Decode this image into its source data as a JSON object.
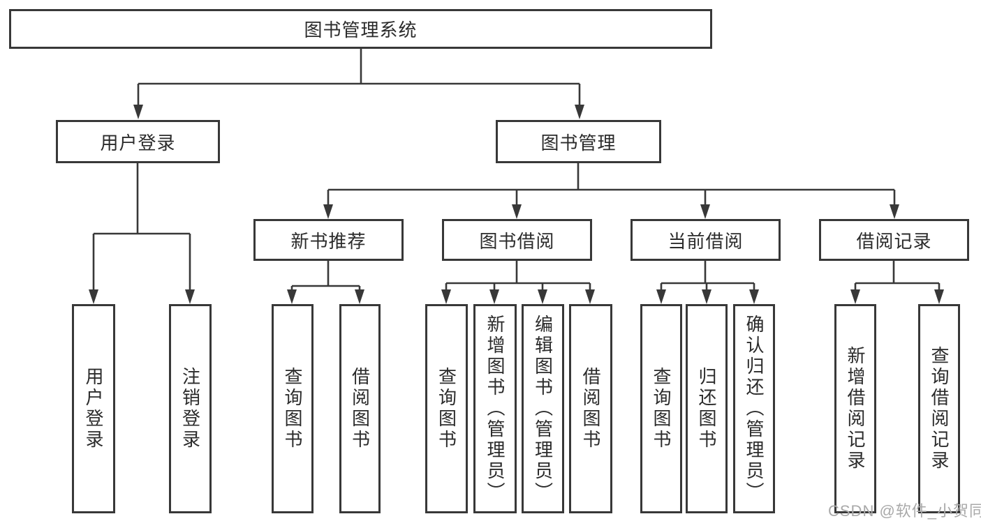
{
  "diagram_title": "图书管理系统",
  "colors": {
    "line": "#383838",
    "box_border": "#383838",
    "text": "#2b2b2b",
    "watermark": "#a9a9a9",
    "background": "#ffffff"
  },
  "nodes": {
    "root": "图书管理系统",
    "level2": [
      "用户登录",
      "图书管理"
    ],
    "level3": [
      "新书推荐",
      "图书借阅",
      "当前借阅",
      "借阅记录"
    ],
    "leaves_user": [
      "用户登录",
      "注销登录"
    ],
    "leaves_newbook": [
      "查询图书",
      "借阅图书"
    ],
    "leaves_borrow": [
      "查询图书",
      "新增图书（管理员）",
      "编辑图书（管理员）",
      "借阅图书"
    ],
    "leaves_current": [
      "查询图书",
      "归还图书",
      "确认归还（管理员）"
    ],
    "leaves_records": [
      "新增借阅记录",
      "查询借阅记录"
    ]
  },
  "watermark": "CSDN @软件_小贺同学"
}
